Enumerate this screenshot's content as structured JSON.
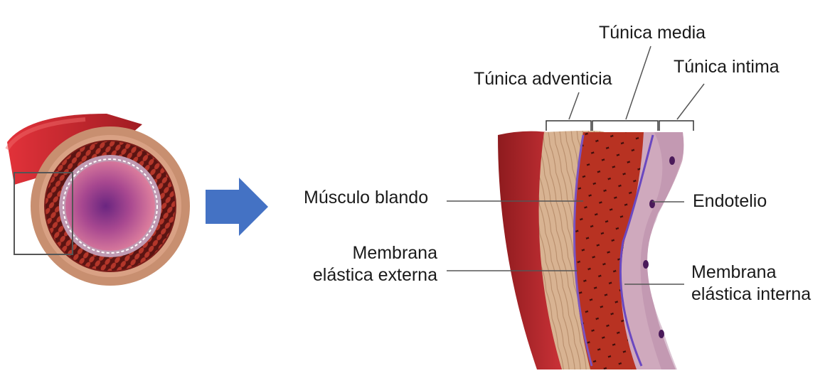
{
  "labels": {
    "tunica_media": "Túnica media",
    "tunica_adventicia": "Túnica adventicia",
    "tunica_intima": "Túnica intima",
    "musculo_blando": "Músculo blando",
    "membrana_externa_l1": "Membrana",
    "membrana_externa_l2": "elástica externa",
    "endotelio": "Endotelio",
    "membrana_interna_l1": "Membrana",
    "membrana_interna_l2": "elástica interna"
  },
  "colors": {
    "arrow": "#4472c4",
    "adventitia": "#d7b08a",
    "media_muscle": "#a8291c",
    "elastic_membrane": "#7b55c0",
    "intima": "#c9a3b8",
    "outer_red": "#c4262b",
    "lumen": "#9c3f87"
  }
}
